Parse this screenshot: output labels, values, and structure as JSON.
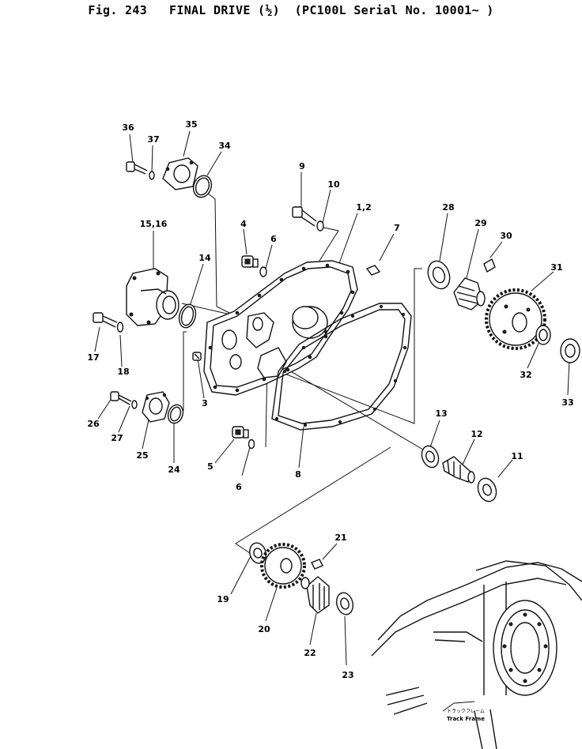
{
  "title": {
    "fig": "Fig. 243",
    "name": "FINAL DRIVE (½)",
    "model": "(PC100L Serial No. 10001~ )"
  },
  "callouts": [
    "36",
    "37",
    "35",
    "34",
    "9",
    "10",
    "1,2",
    "28",
    "29",
    "30",
    "31",
    "15,16",
    "4",
    "6",
    "7",
    "14",
    "17",
    "18",
    "3",
    "32",
    "33",
    "26",
    "27",
    "25",
    "24",
    "5",
    "6",
    "8",
    "13",
    "12",
    "11",
    "21",
    "19",
    "20",
    "22",
    "23"
  ],
  "track_frame": {
    "jp": "トラックフレーム",
    "en": "Track Frame"
  }
}
